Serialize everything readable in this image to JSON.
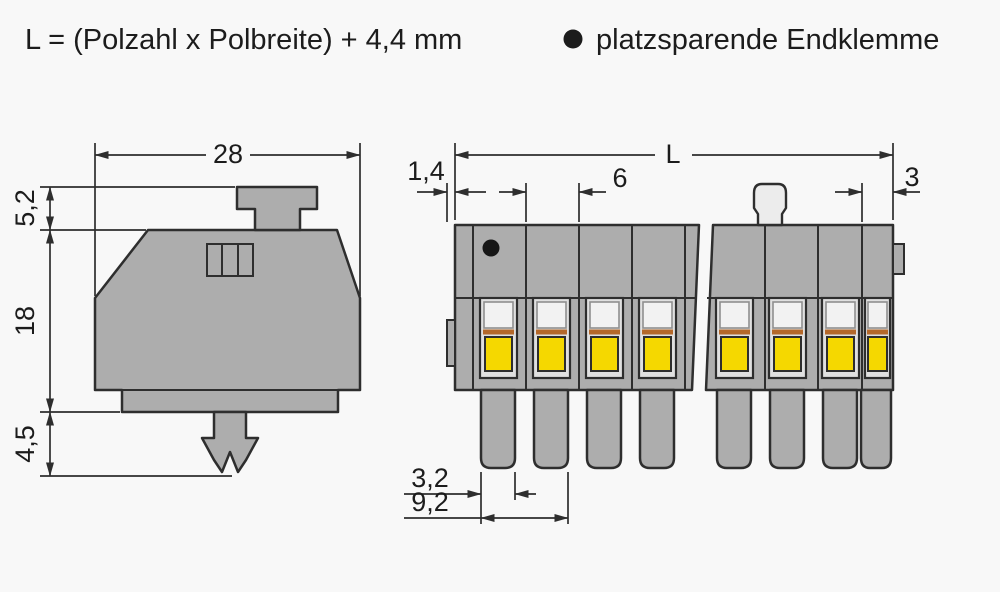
{
  "header": {
    "formula": "L = (Polzahl x Polbreite) + 4,4 mm",
    "feature_note": "platzsparende Endklemme"
  },
  "front_view": {
    "label_width": "28",
    "label_tab_height": "5,2",
    "label_body_height": "18",
    "label_foot_height": "4,5"
  },
  "side_view": {
    "label_total_length": "L",
    "label_end_offset": "1,4",
    "label_pole_pitch": "6",
    "label_end_clamp": "3",
    "label_foot_width": "3,2",
    "label_foot_span": "9,2"
  },
  "colors": {
    "clamp_yellow": "#f5d800",
    "slot_orange": "#b4682a"
  }
}
